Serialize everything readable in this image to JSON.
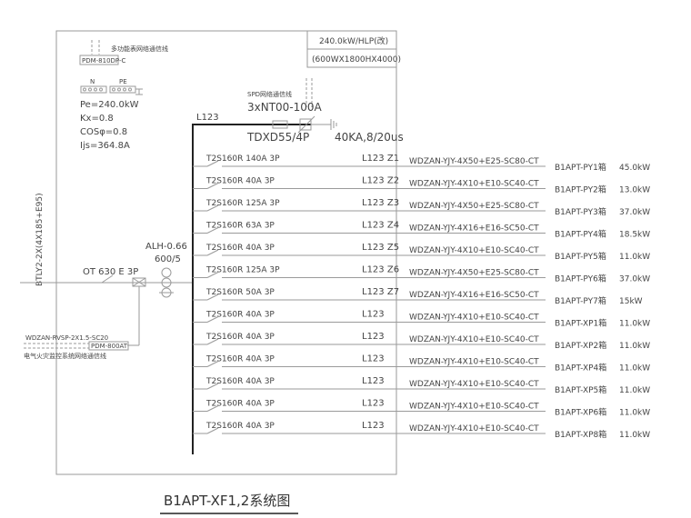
{
  "panel": {
    "comm_label": "多功能表网络通信线",
    "pdm_top": "PDM-810DP-C",
    "n_label": "N",
    "pe_label": "PE",
    "pe": "Pe=240.0kW",
    "kx": "Kx=0.8",
    "cos": "COSφ=0.8",
    "ijs": "Ijs=364.8A",
    "spec_power": "240.0kW/HLP(改)",
    "spec_size": "(600WX1800HX4000)"
  },
  "incoming": {
    "cable": "BTLY2-2X(4X185+E95)",
    "breaker": "OT 630 E 3P",
    "ct_name": "ALH-0.66",
    "ct_ratio": "600/5",
    "bus": "L123",
    "fire_cable": "WDZAN-RVSP-2X1.5-SC20",
    "pdm_bottom": "PDM-800AT",
    "fire_label": "电气火灾监控系统网络通信线"
  },
  "spd": {
    "title": "SPD网络通信线",
    "fuse": "3xNT00-100A",
    "model": "TDXD55/4P",
    "rating": "40KA,8/20us"
  },
  "circuits": [
    {
      "breaker": "T2S160R 140A 3P",
      "phase": "L123 Z1",
      "cable": "WDZAN-YJY-4X50+E25-SC80-CT",
      "load": "B1APT-PY1箱",
      "power": "45.0kW"
    },
    {
      "breaker": "T2S160R 40A 3P",
      "phase": "L123 Z2",
      "cable": "WDZAN-YJY-4X10+E10-SC40-CT",
      "load": "B1APT-PY2箱",
      "power": "13.0kW"
    },
    {
      "breaker": "T2S160R 125A 3P",
      "phase": "L123 Z3",
      "cable": "WDZAN-YJY-4X50+E25-SC80-CT",
      "load": "B1APT-PY3箱",
      "power": "37.0kW"
    },
    {
      "breaker": "T2S160R 63A 3P",
      "phase": "L123 Z4",
      "cable": "WDZAN-YJY-4X16+E16-SC50-CT",
      "load": "B1APT-PY4箱",
      "power": "18.5kW"
    },
    {
      "breaker": "T2S160R 40A 3P",
      "phase": "L123 Z5",
      "cable": "WDZAN-YJY-4X10+E10-SC40-CT",
      "load": "B1APT-PY5箱",
      "power": "11.0kW"
    },
    {
      "breaker": "T2S160R 125A 3P",
      "phase": "L123 Z6",
      "cable": "WDZAN-YJY-4X50+E25-SC80-CT",
      "load": "B1APT-PY6箱",
      "power": "37.0kW"
    },
    {
      "breaker": "T2S160R 50A 3P",
      "phase": "L123 Z7",
      "cable": "WDZAN-YJY-4X16+E16-SC50-CT",
      "load": "B1APT-PY7箱",
      "power": "15kW"
    },
    {
      "breaker": "T2S160R 40A 3P",
      "phase": "L123",
      "cable": "WDZAN-YJY-4X10+E10-SC40-CT",
      "load": "B1APT-XP1箱",
      "power": "11.0kW"
    },
    {
      "breaker": "T2S160R 40A 3P",
      "phase": "L123",
      "cable": "WDZAN-YJY-4X10+E10-SC40-CT",
      "load": "B1APT-XP2箱",
      "power": "11.0kW"
    },
    {
      "breaker": "T2S160R 40A 3P",
      "phase": "L123",
      "cable": "WDZAN-YJY-4X10+E10-SC40-CT",
      "load": "B1APT-XP4箱",
      "power": "11.0kW"
    },
    {
      "breaker": "T2S160R 40A 3P",
      "phase": "L123",
      "cable": "WDZAN-YJY-4X10+E10-SC40-CT",
      "load": "B1APT-XP5箱",
      "power": "11.0kW"
    },
    {
      "breaker": "T2S160R 40A 3P",
      "phase": "L123",
      "cable": "WDZAN-YJY-4X10+E10-SC40-CT",
      "load": "B1APT-XP6箱",
      "power": "11.0kW"
    },
    {
      "breaker": "T2S160R 40A 3P",
      "phase": "L123",
      "cable": "WDZAN-YJY-4X10+E10-SC40-CT",
      "load": "B1APT-XP8箱",
      "power": "11.0kW"
    }
  ],
  "title": "B1APT-XF1,2系统图"
}
